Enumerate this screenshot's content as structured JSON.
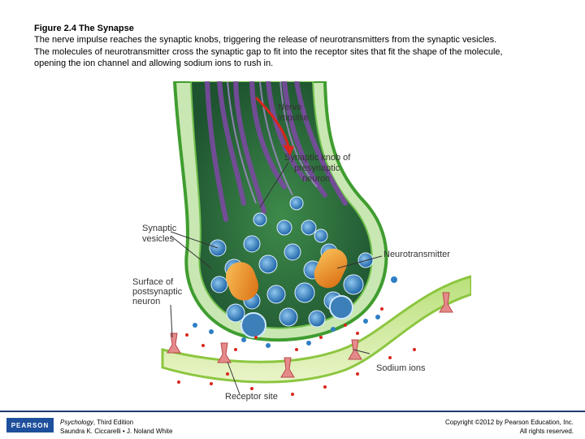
{
  "header": {
    "title": "Figure 2.4 The Synapse",
    "lines": [
      "The nerve impulse reaches the synaptic knobs, triggering the release of neurotransmitters from the synaptic vesicles.",
      "The molecules of neurotransmitter cross the synaptic gap to fit into the receptor sites that fit the shape of the molecule,",
      "opening the ion channel and allowing sodium ions to rush in."
    ]
  },
  "figure": {
    "labels": {
      "nerve_impulse_1": "Nerve",
      "nerve_impulse_2": "impulse",
      "knob_1": "Synaptic knob of",
      "knob_2": "presynaptic",
      "knob_3": "neuron",
      "vesicles_1": "Synaptic",
      "vesicles_2": "vesicles",
      "neurotransmitter": "Neurotransmitter",
      "surface_1": "Surface of",
      "surface_2": "postsynaptic",
      "surface_3": "neuron",
      "sodium": "Sodium ions",
      "receptor": "Receptor site"
    },
    "colors": {
      "knob_outline": "#3f9d2f",
      "knob_fill": "#2d6b3c",
      "axon": "#7a4aa0",
      "vesicle": "#2f7fc4",
      "mitochondria": "#f08a1c",
      "arrow": "#d9261c",
      "membrane": "#8cc63f",
      "receptor": "#e58a8a"
    }
  },
  "footer": {
    "logo": "PEARSON",
    "book_title": "Psychology",
    "book_edition": ", Third Edition",
    "authors": "Saundra K. Ciccarelli • J. Noland White",
    "copyright": "Copyright ©2012 by Pearson Education, Inc.",
    "rights": "All rights reserved."
  }
}
